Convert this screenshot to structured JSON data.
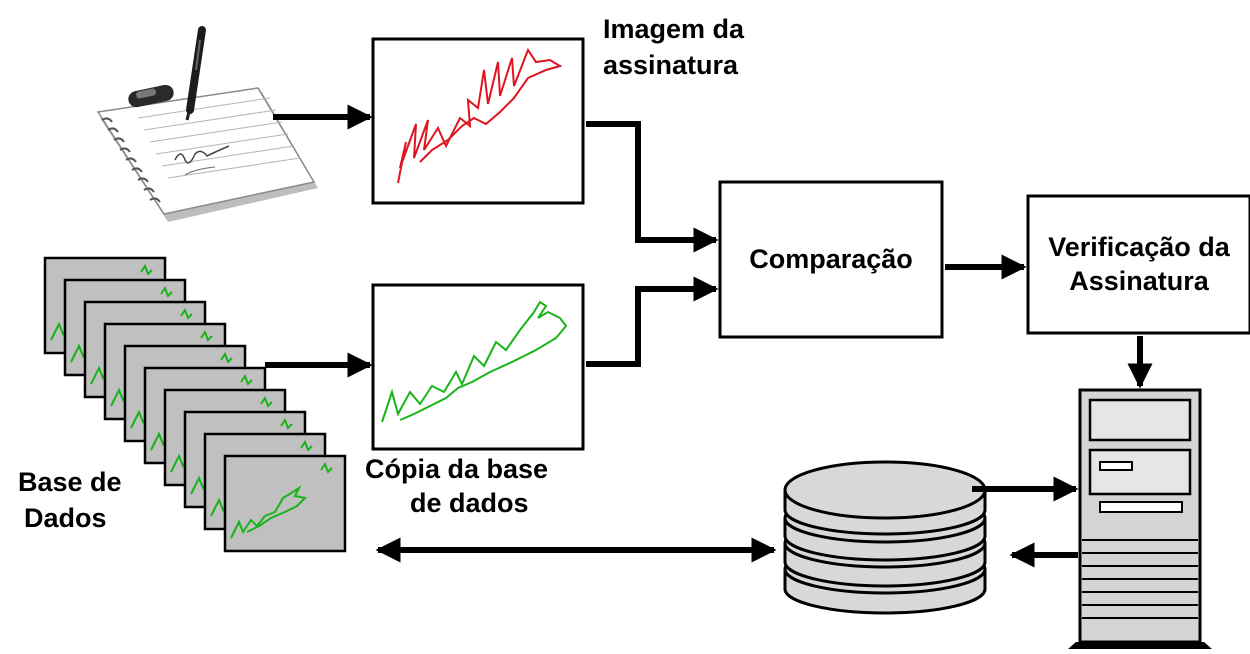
{
  "labels": {
    "image_caption_line1": "Imagem da",
    "image_caption_line2": "assinatura",
    "db_copy_caption_line1": "Cópia da base",
    "db_copy_caption_line2": "de dados",
    "comparison_box": "Comparação",
    "verification_line1": "Verificação da",
    "verification_line2": "Assinatura",
    "database_line1": "Base de",
    "database_line2": "Dados"
  },
  "colors": {
    "captured_signature": "#e0141e",
    "stored_signature": "#18b418",
    "card_fill": "#c0c0c0",
    "server_fill": "#d4d4d4",
    "disk_fill": "#d8d8d8",
    "line": "#000000"
  },
  "icons": {
    "writing_pad": "tablet-pen-icon",
    "signature_stack": "document-stack-icon",
    "storage": "disk-stack-icon",
    "server": "server-tower-icon"
  }
}
